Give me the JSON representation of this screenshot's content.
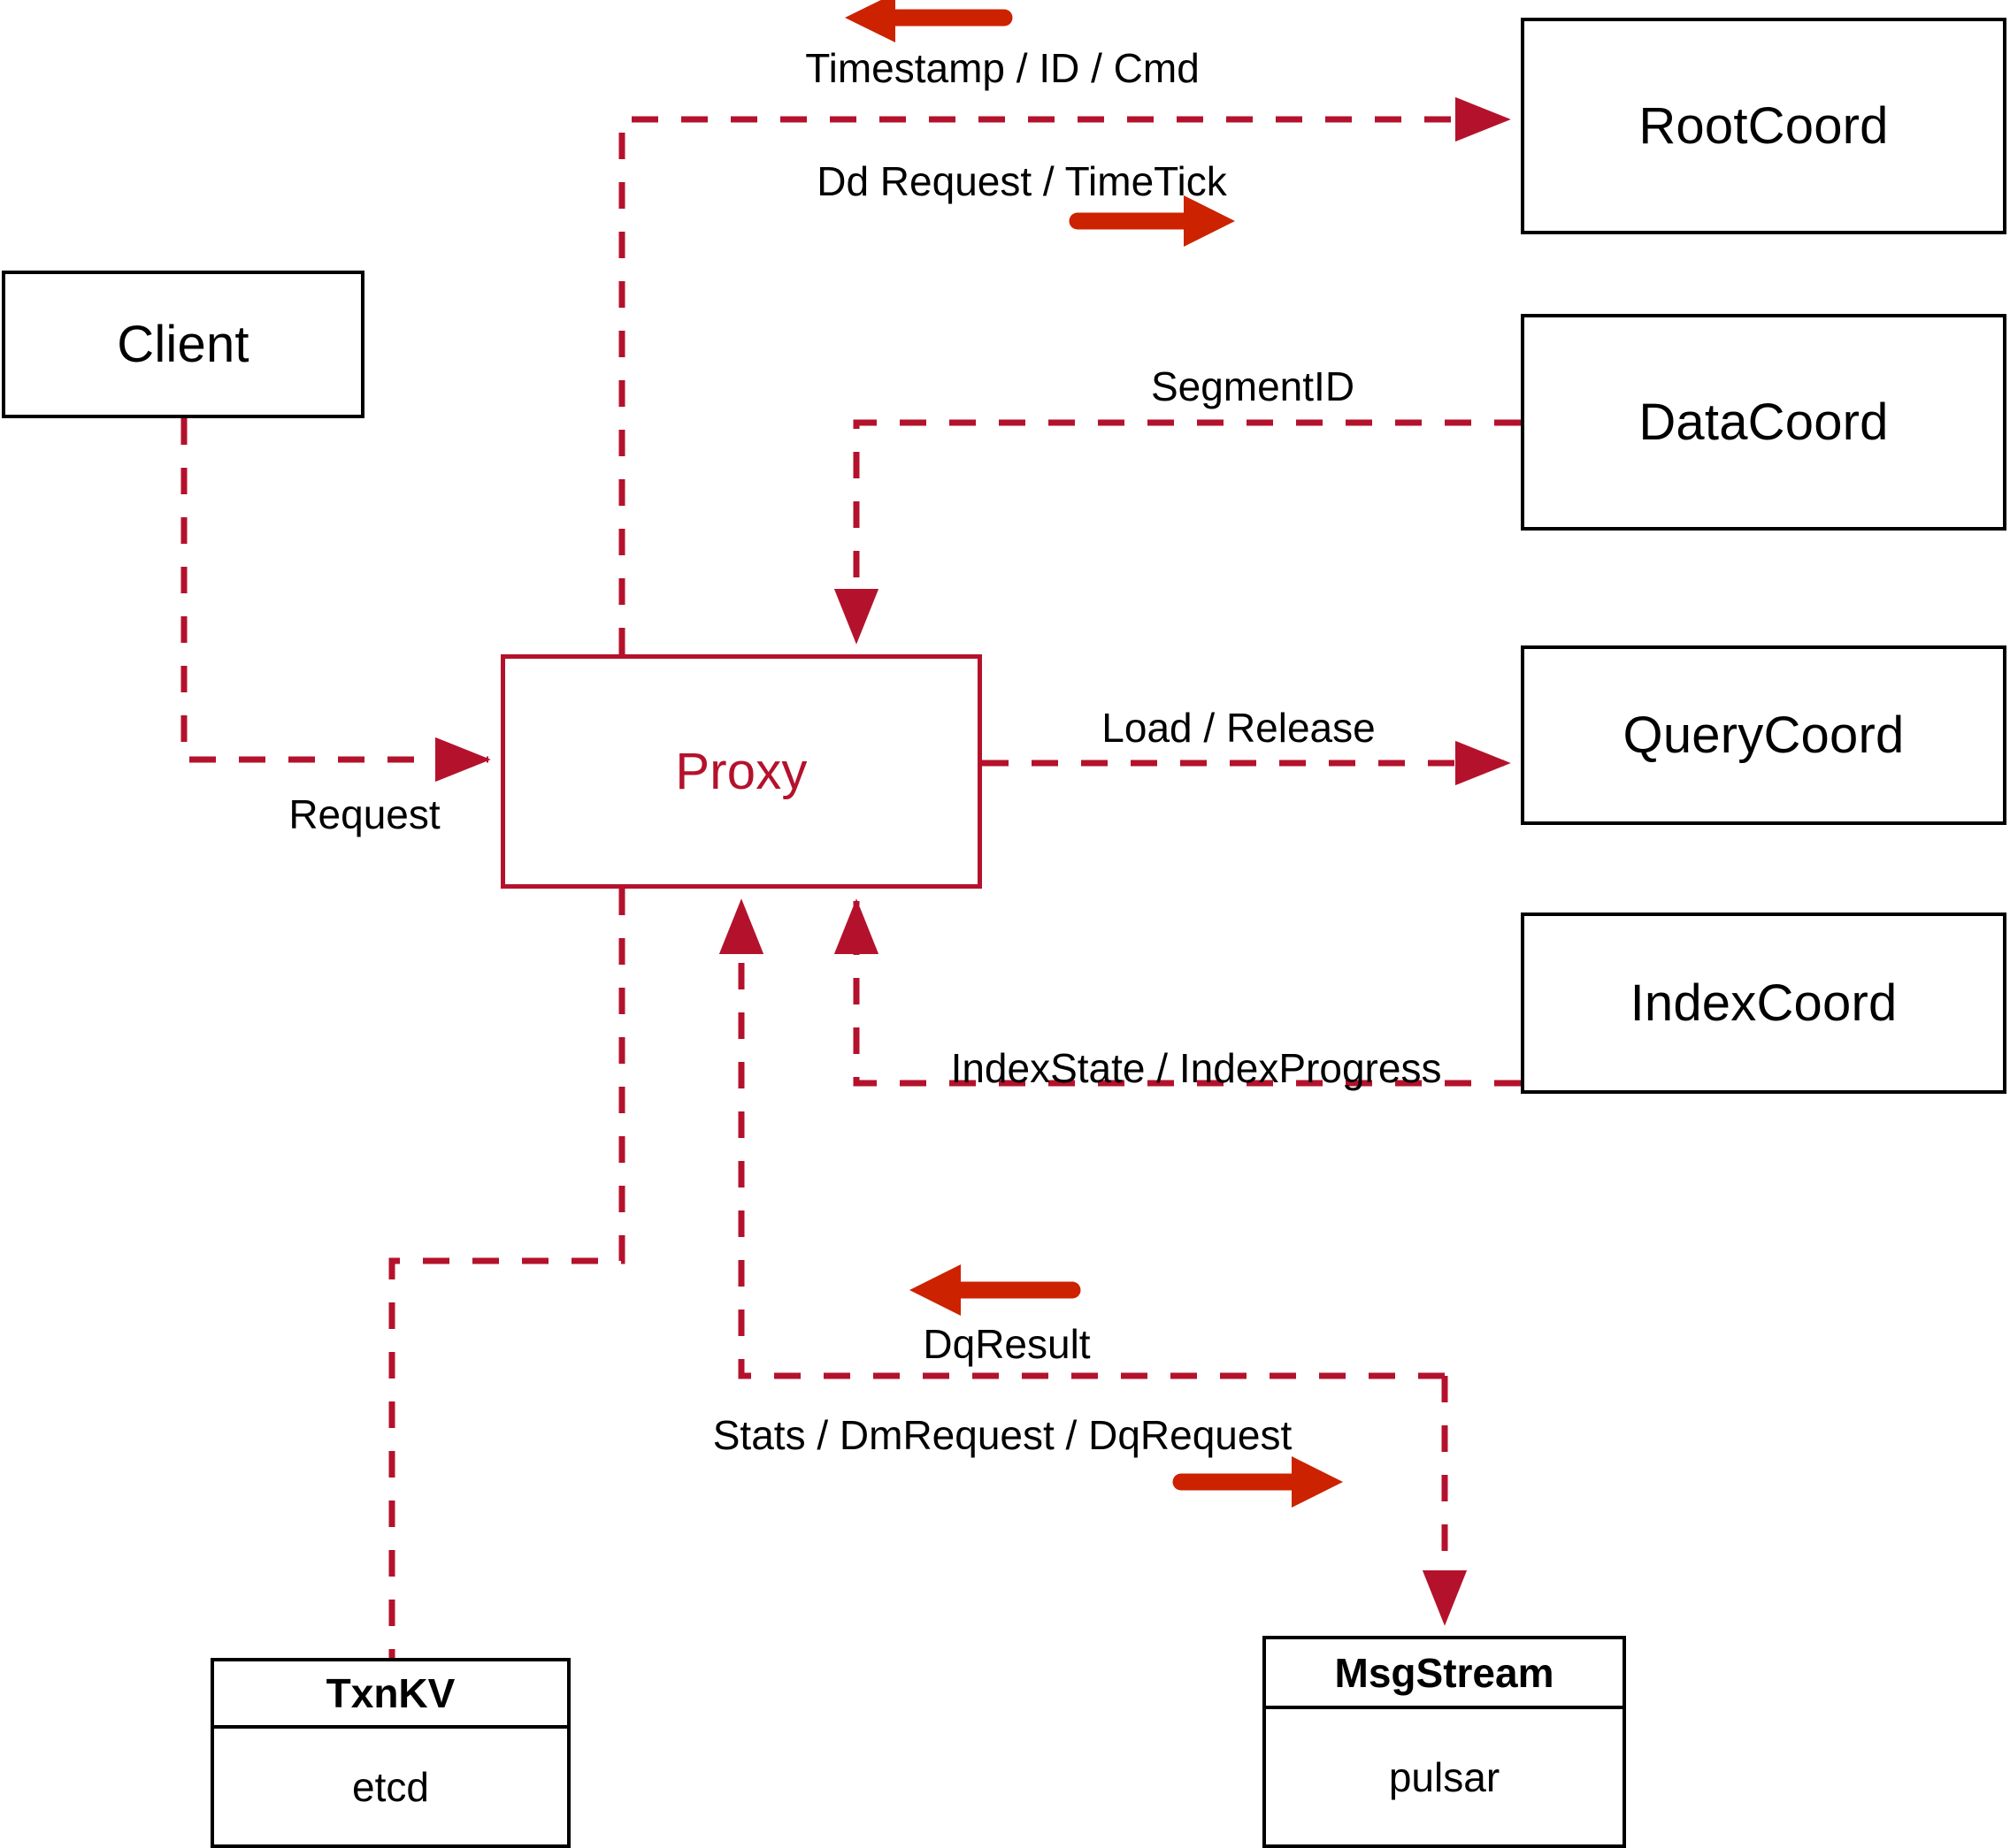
{
  "diagram": {
    "title": "Proxy component interaction diagram",
    "colors": {
      "accent_red": "#b4122c",
      "arrow_red": "#cc2200",
      "node_black": "#000000",
      "background": "#ffffff"
    }
  },
  "nodes": {
    "client": {
      "label": "Client"
    },
    "proxy": {
      "label": "Proxy"
    },
    "root_coord": {
      "label": "RootCoord"
    },
    "data_coord": {
      "label": "DataCoord"
    },
    "query_coord": {
      "label": "QueryCoord"
    },
    "index_coord": {
      "label": "IndexCoord"
    },
    "txn_kv": {
      "title": "TxnKV",
      "impl": "etcd"
    },
    "msg_stream": {
      "title": "MsgStream",
      "impl": "pulsar"
    }
  },
  "edge_labels": {
    "timestamp_id_cmd": "Timestamp / ID / Cmd",
    "dd_request_timetick": "Dd Request / TimeTick",
    "segment_id": "SegmentID",
    "request": "Request",
    "load_release": "Load / Release",
    "index_state_progress": "IndexState / IndexProgress",
    "dq_result": "DqResult",
    "stats_dm_dq_request": "Stats / DmRequest / DqRequest"
  },
  "edges": [
    {
      "from": "RootCoord",
      "to": "Proxy",
      "label": "Timestamp / ID / Cmd",
      "direction": "left"
    },
    {
      "from": "Proxy",
      "to": "RootCoord",
      "label": "Dd Request / TimeTick",
      "direction": "right"
    },
    {
      "from": "DataCoord",
      "to": "Proxy",
      "label": "SegmentID",
      "direction": "left"
    },
    {
      "from": "Client",
      "to": "Proxy",
      "label": "Request",
      "direction": "right"
    },
    {
      "from": "Proxy",
      "to": "QueryCoord",
      "label": "Load / Release",
      "direction": "right"
    },
    {
      "from": "IndexCoord",
      "to": "Proxy",
      "label": "IndexState / IndexProgress",
      "direction": "left"
    },
    {
      "from": "MsgStream",
      "to": "Proxy",
      "label": "DqResult",
      "direction": "left"
    },
    {
      "from": "Proxy",
      "to": "MsgStream",
      "label": "Stats / DmRequest / DqRequest",
      "direction": "right"
    },
    {
      "from": "Proxy",
      "to": "TxnKV",
      "label": "",
      "direction": "down"
    }
  ]
}
